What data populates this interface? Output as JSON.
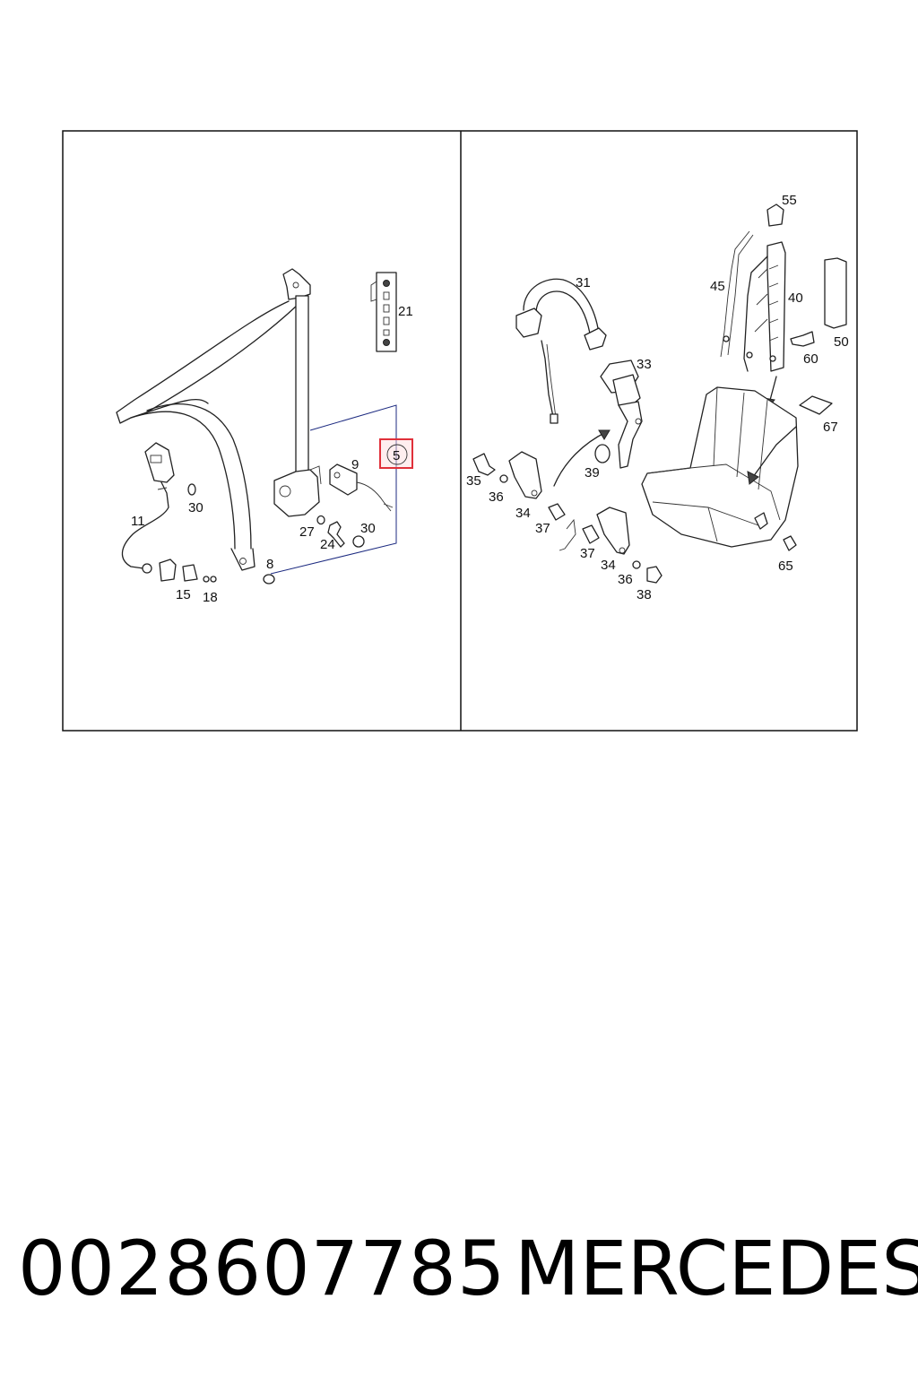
{
  "highlight_color": "#e0303a",
  "left_panel": {
    "labels": {
      "l21": "21",
      "l9": "9",
      "l5": "5",
      "l11": "11",
      "l30a": "30",
      "l27": "27",
      "l24": "24",
      "l30b": "30",
      "l8": "8",
      "l15": "15",
      "l18": "18"
    }
  },
  "right_panel": {
    "labels": {
      "l55": "55",
      "l45": "45",
      "l40": "40",
      "l31": "31",
      "l50": "50",
      "l60": "60",
      "l33": "33",
      "l67": "67",
      "l35": "35",
      "l39": "39",
      "l36a": "36",
      "l34a": "34",
      "l37a": "37",
      "l37b": "37",
      "l34b": "34",
      "l36b": "36",
      "l38": "38",
      "l65": "65"
    }
  },
  "footer": {
    "part_number": "0028607785",
    "brand": "MERCEDES"
  }
}
